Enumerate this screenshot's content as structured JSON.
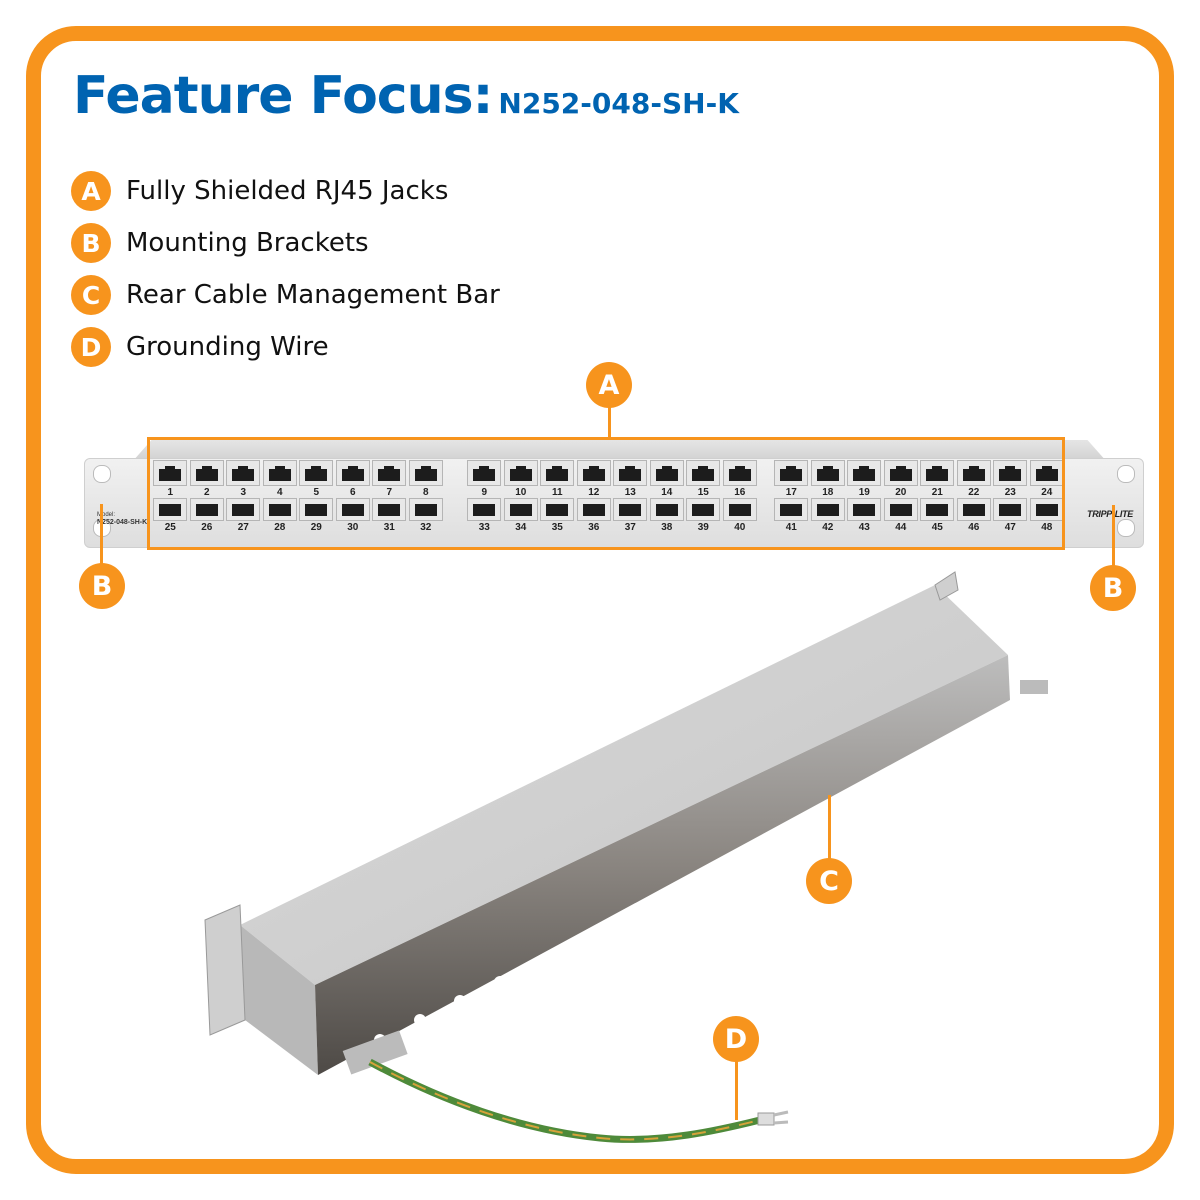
{
  "header": {
    "title": "Feature Focus:",
    "model": "N252-048-SH-K"
  },
  "legend": [
    {
      "letter": "A",
      "label": "Fully Shielded RJ45 Jacks"
    },
    {
      "letter": "B",
      "label": "Mounting Brackets"
    },
    {
      "letter": "C",
      "label": "Rear Cable Management Bar"
    },
    {
      "letter": "D",
      "label": "Grounding Wire"
    }
  ],
  "callouts": {
    "a": "A",
    "b_left": "B",
    "b_right": "B",
    "c": "C",
    "d": "D"
  },
  "panel": {
    "model_caption": "Model:",
    "model_number": "N252-048-SH-K",
    "brand": "TRIPP·LITE",
    "groups": [
      {
        "top": [
          "1",
          "2",
          "3",
          "4",
          "5",
          "6",
          "7",
          "8"
        ],
        "bottom": [
          "25",
          "26",
          "27",
          "28",
          "29",
          "30",
          "31",
          "32"
        ]
      },
      {
        "top": [
          "9",
          "10",
          "11",
          "12",
          "13",
          "14",
          "15",
          "16"
        ],
        "bottom": [
          "33",
          "34",
          "35",
          "36",
          "37",
          "38",
          "39",
          "40"
        ]
      },
      {
        "top": [
          "17",
          "18",
          "19",
          "20",
          "21",
          "22",
          "23",
          "24"
        ],
        "bottom": [
          "41",
          "42",
          "43",
          "44",
          "45",
          "46",
          "47",
          "48"
        ]
      }
    ]
  },
  "colors": {
    "accent_orange": "#F7941D",
    "title_blue": "#0063B1"
  }
}
